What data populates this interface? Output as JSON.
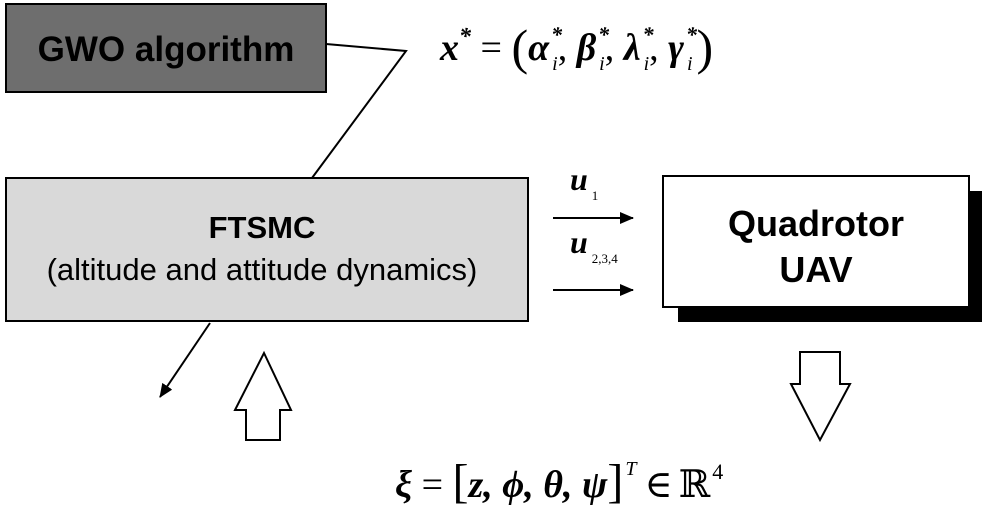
{
  "gwo": {
    "label": "GWO algorithm",
    "fill": "#6e6e6e"
  },
  "ftsmc": {
    "title": "FTSMC",
    "subtitle": "(altitude and attitude dynamics)",
    "fill": "#d9d9d9"
  },
  "quad": {
    "line1": "Quadrotor",
    "line2": "UAV",
    "fill": "#ffffff"
  },
  "signals": {
    "u1": {
      "base": "u",
      "sub": "1"
    },
    "u234": {
      "base": "u",
      "sub": "2,3,4"
    }
  },
  "equations": {
    "x_star": {
      "lhs": "x",
      "star": "*",
      "eq": " = ",
      "open": "(",
      "close": ")",
      "terms": [
        {
          "sym": "α",
          "sub": "i",
          "sup": "*"
        },
        {
          "sym": "β",
          "sub": "i",
          "sup": "*"
        },
        {
          "sym": "λ",
          "sub": "i",
          "sup": "*"
        },
        {
          "sym": "γ",
          "sub": "i",
          "sup": "*"
        }
      ],
      "sep": ", "
    },
    "xi": {
      "lhs": "ξ",
      "eq": " = ",
      "open": "[",
      "body": "z, ϕ, θ, ψ",
      "close": "]",
      "sup": "T",
      "member": "∈",
      "set": "ℝ",
      "set_sup": "4"
    }
  }
}
